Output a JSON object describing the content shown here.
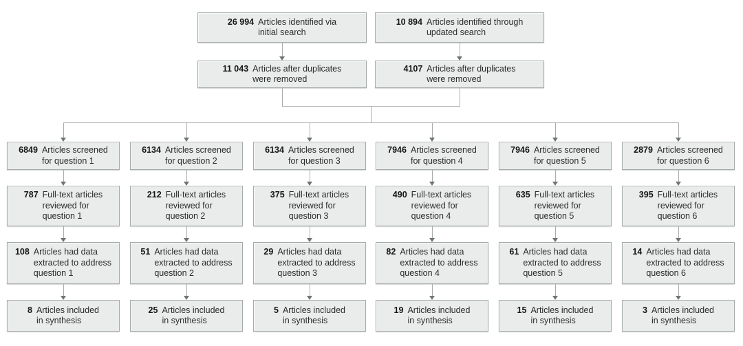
{
  "figure": {
    "type": "flow-diagram",
    "colors": {
      "box_fill": "#e9ecea",
      "box_border": "#a4aba8",
      "connector_line": "#a8aeab",
      "arrowhead": "#6e7573",
      "text": "#2b2d2c"
    },
    "identified": [
      {
        "num": "26 994",
        "text": "Articles identified via\ninitial search"
      },
      {
        "num": "10 894",
        "text": "Articles identified through\nupdated search"
      }
    ],
    "deduplicated": [
      {
        "num": "11 043",
        "text": "Articles after duplicates\nwere removed"
      },
      {
        "num": "4107",
        "text": "Articles after duplicates\nwere removed"
      }
    ],
    "columns": [
      {
        "question": "1",
        "screened": {
          "num": "6849",
          "text": "Articles screened\nfor question 1"
        },
        "fulltext": {
          "num": "787",
          "text": "Full-text articles\nreviewed for\nquestion 1"
        },
        "extracted": {
          "num": "108",
          "text": "Articles had data\nextracted to address\nquestion 1"
        },
        "synthesis": {
          "num": "8",
          "text": "Articles included\nin synthesis"
        }
      },
      {
        "question": "2",
        "screened": {
          "num": "6134",
          "text": "Articles screened\nfor question 2"
        },
        "fulltext": {
          "num": "212",
          "text": "Full-text articles\nreviewed for\nquestion 2"
        },
        "extracted": {
          "num": "51",
          "text": "Articles had data\nextracted to address\nquestion 2"
        },
        "synthesis": {
          "num": "25",
          "text": "Articles included\nin synthesis"
        }
      },
      {
        "question": "3",
        "screened": {
          "num": "6134",
          "text": "Articles screened\nfor question 3"
        },
        "fulltext": {
          "num": "375",
          "text": "Full-text articles\nreviewed for\nquestion 3"
        },
        "extracted": {
          "num": "29",
          "text": "Articles had data\nextracted to address\nquestion 3"
        },
        "synthesis": {
          "num": "5",
          "text": "Articles included\nin synthesis"
        }
      },
      {
        "question": "4",
        "screened": {
          "num": "7946",
          "text": "Articles screened\nfor question 4"
        },
        "fulltext": {
          "num": "490",
          "text": "Full-text articles\nreviewed for\nquestion 4"
        },
        "extracted": {
          "num": "82",
          "text": "Articles had data\nextracted to address\nquestion 4"
        },
        "synthesis": {
          "num": "19",
          "text": "Articles included\nin synthesis"
        }
      },
      {
        "question": "5",
        "screened": {
          "num": "7946",
          "text": "Articles screened\nfor question 5"
        },
        "fulltext": {
          "num": "635",
          "text": "Full-text articles\nreviewed for\nquestion 5"
        },
        "extracted": {
          "num": "61",
          "text": "Articles had data\nextracted to address\nquestion 5"
        },
        "synthesis": {
          "num": "15",
          "text": "Articles included\nin synthesis"
        }
      },
      {
        "question": "6",
        "screened": {
          "num": "2879",
          "text": "Articles screened\nfor question 6"
        },
        "fulltext": {
          "num": "395",
          "text": "Full-text articles\nreviewed for\nquestion 6"
        },
        "extracted": {
          "num": "14",
          "text": "Articles had data\nextracted to address\nquestion 6"
        },
        "synthesis": {
          "num": "3",
          "text": "Articles included\nin synthesis"
        }
      }
    ]
  }
}
